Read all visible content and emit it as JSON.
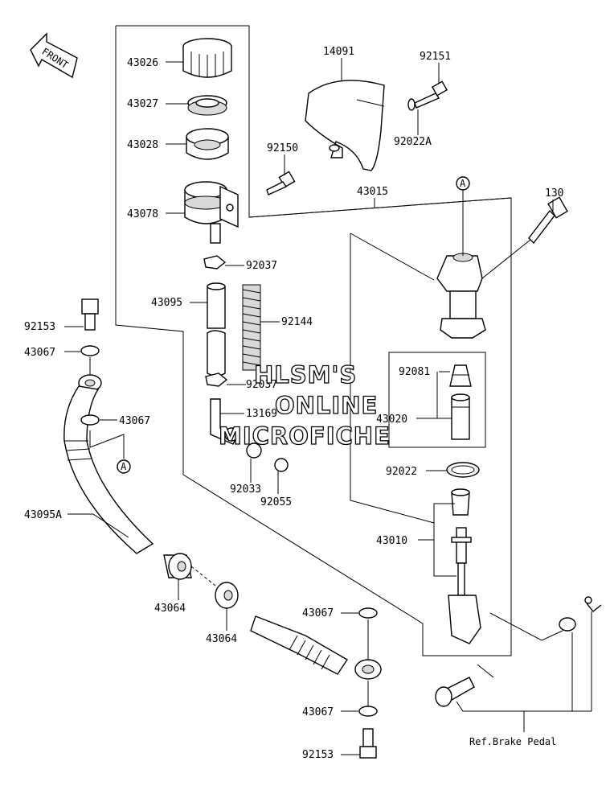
{
  "front_label": "FRONT",
  "reference_marker": "A",
  "ref_note": "Ref.Brake Pedal",
  "watermark": [
    "HLSM'S",
    "ONLINE",
    "MICROFICHE"
  ],
  "part_numbers": {
    "p43026": "43026",
    "p43027": "43027",
    "p43028": "43028",
    "p43078": "43078",
    "p14091": "14091",
    "p92151": "92151",
    "p92022A": "92022A",
    "p92150": "92150",
    "p43015": "43015",
    "p130": "130",
    "p92037a": "92037",
    "p92037b": "92037",
    "p43095": "43095",
    "p92144": "92144",
    "p92153a": "92153",
    "p43067a": "43067",
    "p43067b": "43067",
    "p13169": "13169",
    "p92033": "92033",
    "p92055": "92055",
    "p92081": "92081",
    "p43020": "43020",
    "p92022": "92022",
    "p43010": "43010",
    "p43095A": "43095A",
    "p43064a": "43064",
    "p43064b": "43064",
    "p43067c": "43067",
    "p43067d": "43067",
    "p92153b": "92153"
  }
}
